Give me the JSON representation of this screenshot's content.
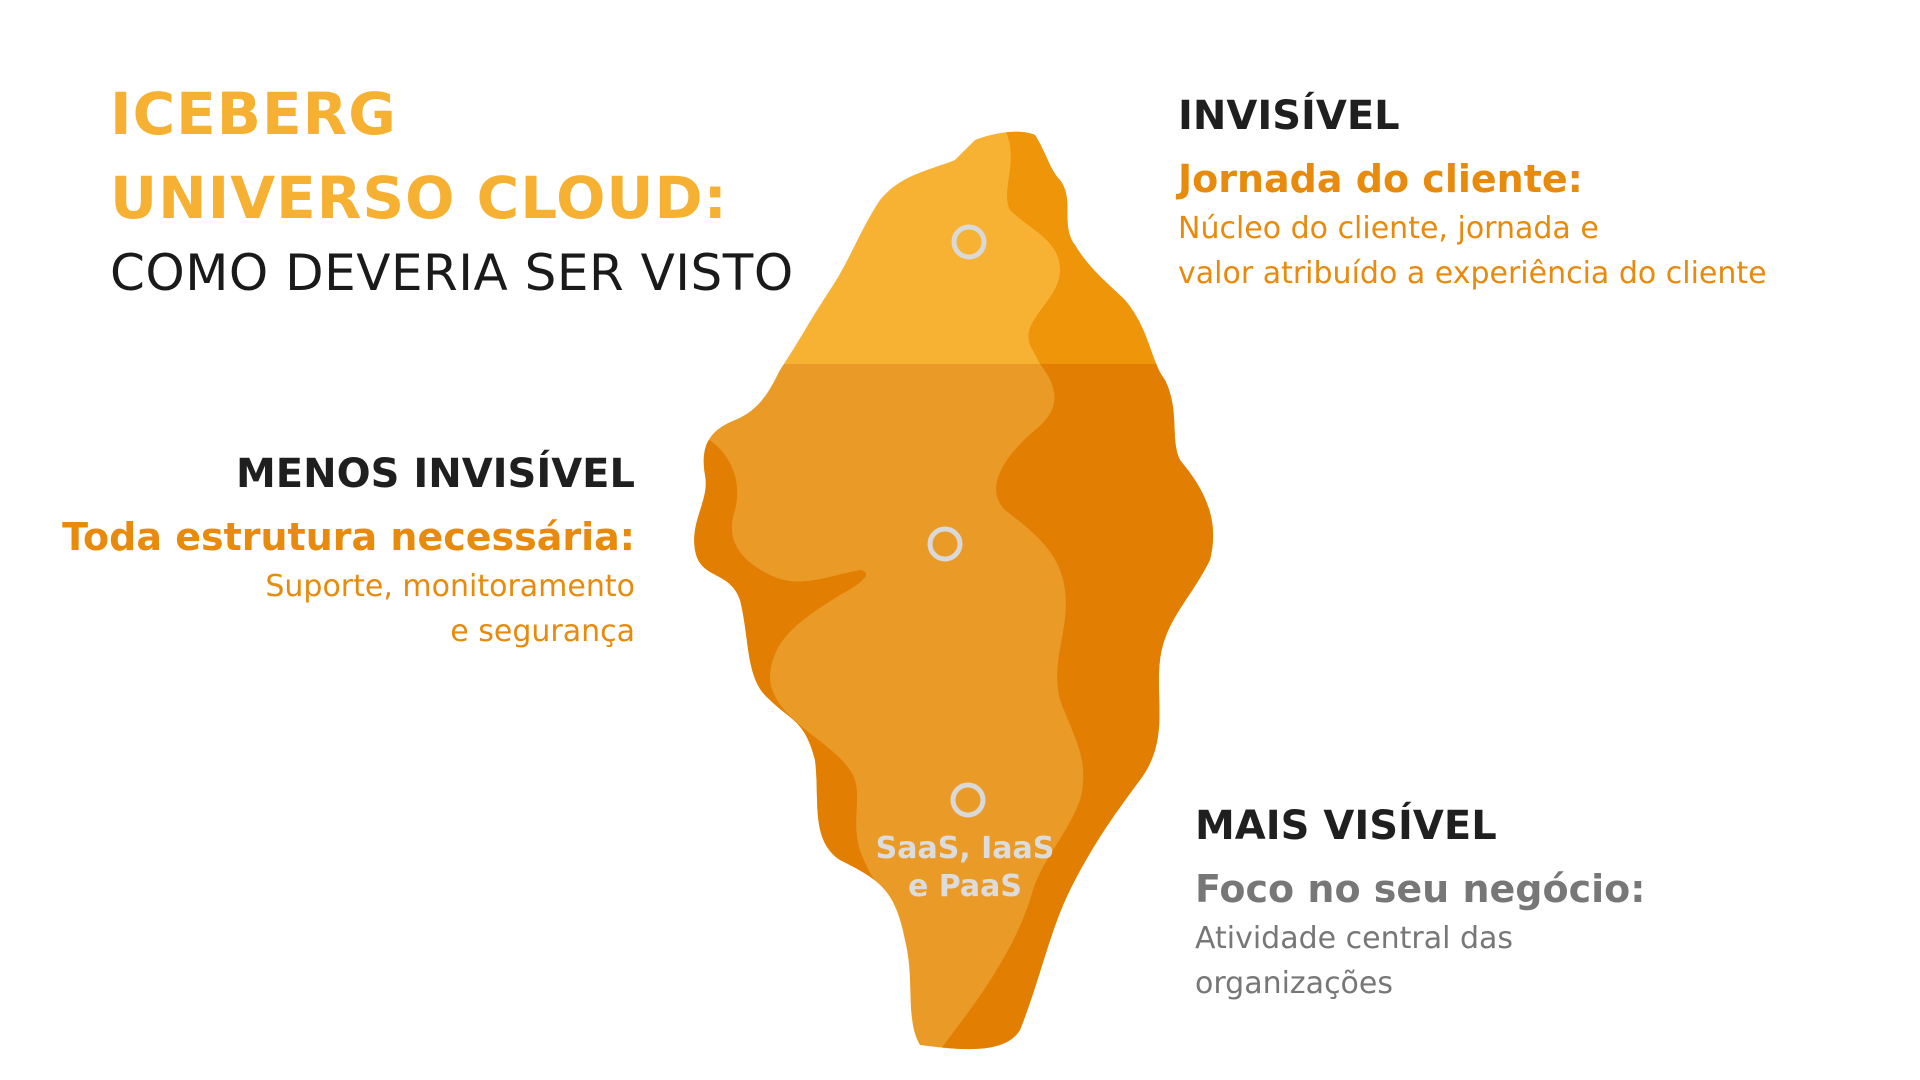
{
  "title": {
    "line1": "ICEBERG",
    "line2": "UNIVERSO CLOUD:",
    "line3": "COMO DEVERIA SER VISTO"
  },
  "invisivel": {
    "heading": "INVISÍVEL",
    "subheading": "Jornada do cliente:",
    "desc_line1": "Núcleo do cliente, jornada e",
    "desc_line2": "valor atribuído a experiência do cliente"
  },
  "menos_invisivel": {
    "heading": "MENOS INVISÍVEL",
    "subheading": "Toda estrutura necessária:",
    "desc_line1": "Suporte, monitoramento",
    "desc_line2": "e segurança"
  },
  "mais_visivel": {
    "heading": "MAIS VISÍVEL",
    "subheading": "Foco no seu negócio:",
    "desc_line1": "Atividade central das",
    "desc_line2": "organizações"
  },
  "iceberg": {
    "bottom_label_line1": "SaaS, IaaS",
    "bottom_label_line2": "e PaaS"
  },
  "colors": {
    "tip_light": "#F7B234",
    "tip_dark": "#EE9509",
    "body_light": "#EA9B27",
    "body_dark": "#E27F02",
    "title_accent": "#F6B133",
    "label_orange": "#E88A0C",
    "label_gray": "#777777"
  }
}
